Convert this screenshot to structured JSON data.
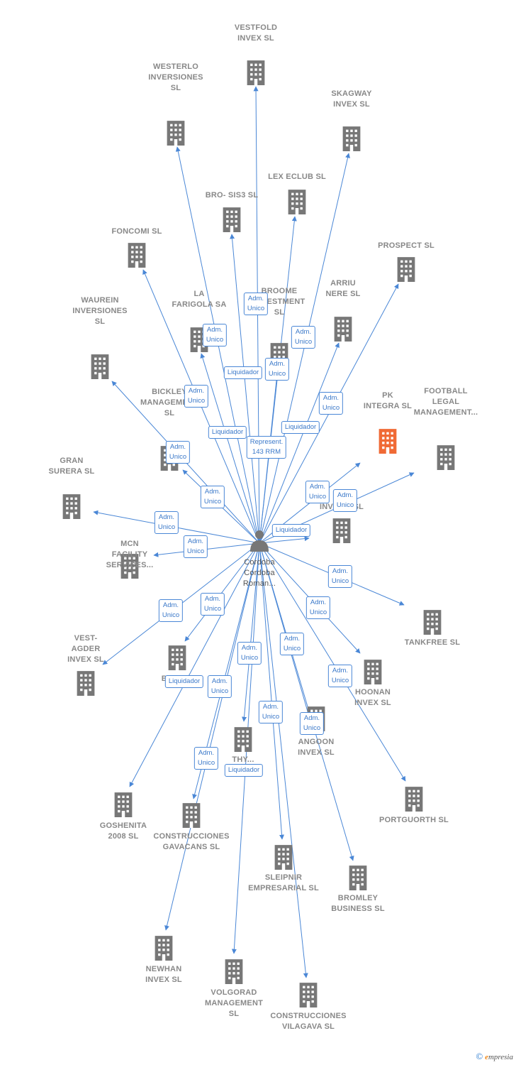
{
  "colors": {
    "edge": "#4a87d6",
    "building": "#777777",
    "highlight": "#f06a35",
    "label": "#888888"
  },
  "center": {
    "label": "Cordoba\nCordoba\nRoman...",
    "icon": "person-icon"
  },
  "nodes": [
    {
      "id": "vestfold",
      "label": "VESTFOLD\nINVEX  SL",
      "icon": "building-icon"
    },
    {
      "id": "westerlo",
      "label": "WESTERLO\nINVERSIONES\nSL",
      "icon": "building-icon"
    },
    {
      "id": "skagway",
      "label": "SKAGWAY\nINVEX  SL",
      "icon": "building-icon"
    },
    {
      "id": "lexeclub",
      "label": "LEX ECLUB  SL",
      "icon": "building-icon"
    },
    {
      "id": "brosis3",
      "label": "BRO- SIS3 SL",
      "icon": "building-icon"
    },
    {
      "id": "foncomi",
      "label": "FONCOMI SL",
      "icon": "building-icon"
    },
    {
      "id": "prospect",
      "label": "PROSPECT SL",
      "icon": "building-icon"
    },
    {
      "id": "lafarigola",
      "label": "LA\nFARIGOLA SA",
      "icon": "building-icon"
    },
    {
      "id": "broome",
      "label": "BROOME\nINVESTMENT\nSL",
      "icon": "building-icon"
    },
    {
      "id": "arriunere",
      "label": "ARRIU\nNERE SL",
      "icon": "building-icon"
    },
    {
      "id": "waurein",
      "label": "WAUREIN\nINVERSIONES\nSL",
      "icon": "building-icon"
    },
    {
      "id": "pkintegra",
      "label": "PK\nINTEGRA  SL",
      "icon": "building-icon",
      "highlight": true
    },
    {
      "id": "football",
      "label": "FOOTBALL\nLEGAL\nMANAGEMENT...",
      "icon": "building-icon"
    },
    {
      "id": "bickley",
      "label": "BICKLEY\nMANAGEMENT\nSL",
      "icon": "building-icon"
    },
    {
      "id": "gransurera",
      "label": "GRAN\nSURERA SL",
      "icon": "building-icon"
    },
    {
      "id": "invercosl",
      "label": "INVER...  SL",
      "icon": "building-icon"
    },
    {
      "id": "mcn",
      "label": "MCN\nFACILITY\nSERVICES...",
      "icon": "building-icon"
    },
    {
      "id": "tankfree",
      "label": "TANKFREE SL",
      "icon": "building-icon"
    },
    {
      "id": "brifu",
      "label": "BRIFU...",
      "icon": "building-icon"
    },
    {
      "id": "vestagder",
      "label": "VEST-\nAGDER\nINVEX  SL",
      "icon": "building-icon"
    },
    {
      "id": "hoonan",
      "label": "HOONAN\nINVEX  SL",
      "icon": "building-icon"
    },
    {
      "id": "angoon",
      "label": "ANGOON\nINVEX  SL",
      "icon": "building-icon"
    },
    {
      "id": "thylo",
      "label": "THY...\nMANA...T",
      "icon": "building-icon"
    },
    {
      "id": "portguorth",
      "label": "PORTGUORTH SL",
      "icon": "building-icon"
    },
    {
      "id": "goshenita",
      "label": "GOSHENITA\n2008 SL",
      "icon": "building-icon"
    },
    {
      "id": "gavacans",
      "label": "CONSTRUCCIONES\nGAVACANS SL",
      "icon": "building-icon"
    },
    {
      "id": "sleipnir",
      "label": "SLEIPNIR\nEMPRESARIAL SL",
      "icon": "building-icon"
    },
    {
      "id": "bromley",
      "label": "BROMLEY\nBUSINESS  SL",
      "icon": "building-icon"
    },
    {
      "id": "newhan",
      "label": "NEWHAN\nINVEX  SL",
      "icon": "building-icon"
    },
    {
      "id": "volgorad",
      "label": "VOLGORAD\nMANAGEMENT\nSL",
      "icon": "building-icon"
    },
    {
      "id": "vilagava",
      "label": "CONSTRUCCIONES\nVILAGAVA SL",
      "icon": "building-icon"
    }
  ],
  "badges": [
    "Adm.\nUnico",
    "Adm.\nUnico",
    "Liquidador",
    "Adm.\nUnico",
    "Adm.\nUnico",
    "Adm.\nUnico",
    "Adm.\nUnico",
    "Liquidador",
    "Represent.\n143 RRM",
    "Liquidador",
    "Adm.\nUnico",
    "Adm.\nUnico",
    "Adm.\nUnico",
    "Adm.\nUnico",
    "Adm.\nUnico",
    "Adm.\nUnico",
    "Liquidador",
    "Adm.\nUnico",
    "Adm.\nUnico",
    "Adm.\nUnico",
    "Adm.\nUnico",
    "Adm.\nUnico",
    "Adm.\nUnico",
    "Adm.\nUnico",
    "Liquidador",
    "Adm.\nUnico",
    "Adm.\nUnico",
    "Adm.\nUnico",
    "Adm.\nUnico",
    "Liquidador"
  ],
  "footer": {
    "copyright": "©",
    "brand_initial": "e",
    "brand_rest": "mpresia"
  }
}
